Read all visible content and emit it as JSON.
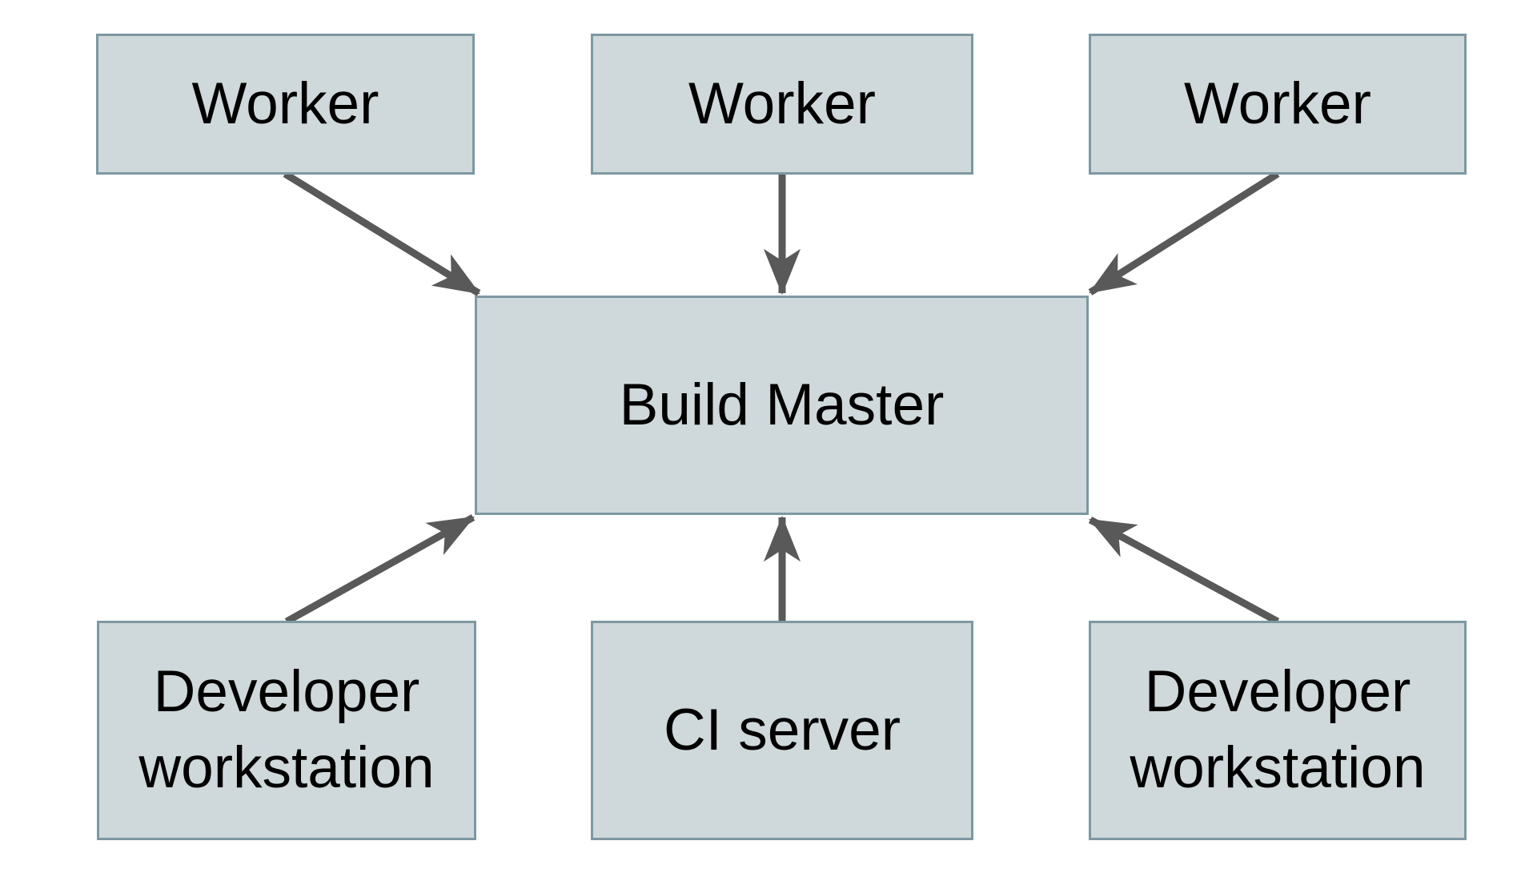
{
  "diagram": {
    "colors": {
      "background": "#ffffff",
      "node-fill": "#cfd8da",
      "node-border": "#7d98a2",
      "arrow-color": "#595959",
      "text-color": "#000000"
    },
    "nodes": [
      {
        "id": "worker-1",
        "label": "Worker"
      },
      {
        "id": "worker-2",
        "label": "Worker"
      },
      {
        "id": "worker-3",
        "label": "Worker"
      },
      {
        "id": "build-master",
        "label": "Build Master"
      },
      {
        "id": "developer-workstation-left",
        "label": "Developer workstation"
      },
      {
        "id": "ci-server",
        "label": "CI server"
      },
      {
        "id": "developer-workstation-right",
        "label": "Developer workstation"
      }
    ],
    "edges": [
      {
        "from": "worker-1",
        "to": "build-master"
      },
      {
        "from": "worker-2",
        "to": "build-master"
      },
      {
        "from": "worker-3",
        "to": "build-master"
      },
      {
        "from": "developer-workstation-left",
        "to": "build-master"
      },
      {
        "from": "ci-server",
        "to": "build-master"
      },
      {
        "from": "developer-workstation-right",
        "to": "build-master"
      }
    ]
  }
}
